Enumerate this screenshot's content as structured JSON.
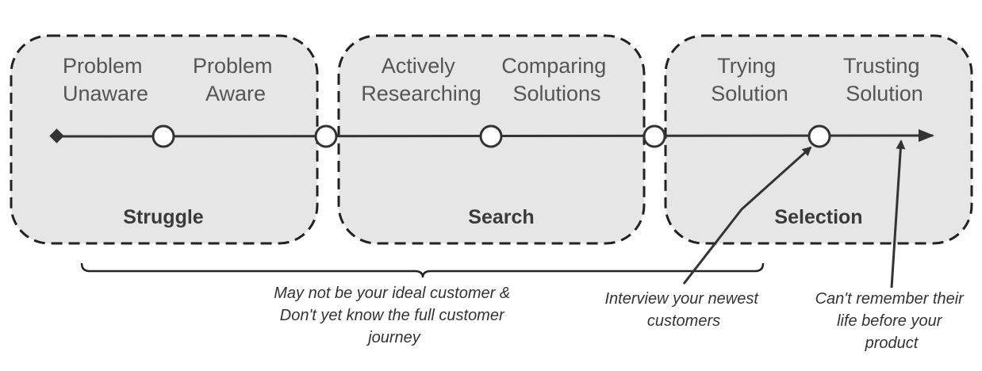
{
  "phases": [
    {
      "name": "Struggle",
      "stages": [
        [
          "Problem",
          "Unaware"
        ],
        [
          "Problem",
          "Aware"
        ]
      ]
    },
    {
      "name": "Search",
      "stages": [
        [
          "Actively",
          "Researching"
        ],
        [
          "Comparing",
          "Solutions"
        ]
      ]
    },
    {
      "name": "Selection",
      "stages": [
        [
          "Trying",
          "Solution"
        ],
        [
          "Trusting",
          "Solution"
        ]
      ]
    }
  ],
  "notes": {
    "non_ideal": [
      "May not be your ideal customer &",
      "Don't yet know the full customer",
      "journey"
    ],
    "newest": [
      "Interview your newest",
      "customers"
    ],
    "loyal": [
      "Can't remember their",
      "life before your",
      "product"
    ]
  },
  "colors": {
    "box_fill": "#e6e6e6",
    "box_stroke": "#222222",
    "line": "#333333",
    "node_fill": "#ffffff"
  }
}
